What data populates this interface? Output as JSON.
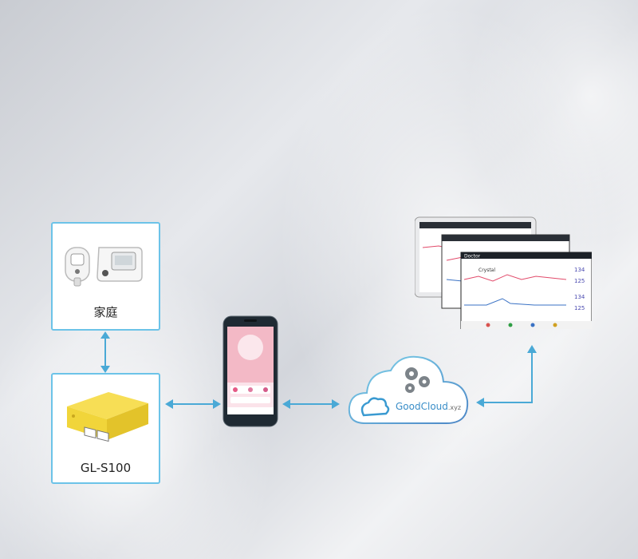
{
  "home_card": {
    "label": "家庭",
    "icon": "health-devices-icon"
  },
  "router_card": {
    "label": "GL-S100",
    "icon": "router-icon"
  },
  "phone": {
    "icon": "smartphone-app-icon"
  },
  "cloud": {
    "brand": "GoodCloud",
    "suffix": ".xyz",
    "icon": "cloud-gears-icon"
  },
  "monitors": {
    "icon": "fetal-monitor-screens-icon",
    "screen_title": "Doctor",
    "patient": "Crystal",
    "readings": [
      "134",
      "125",
      "134",
      "125"
    ]
  },
  "colors": {
    "accent": "#6cc3e8",
    "arrow": "#4aa9d6",
    "router_yellow": "#f1d53a"
  }
}
